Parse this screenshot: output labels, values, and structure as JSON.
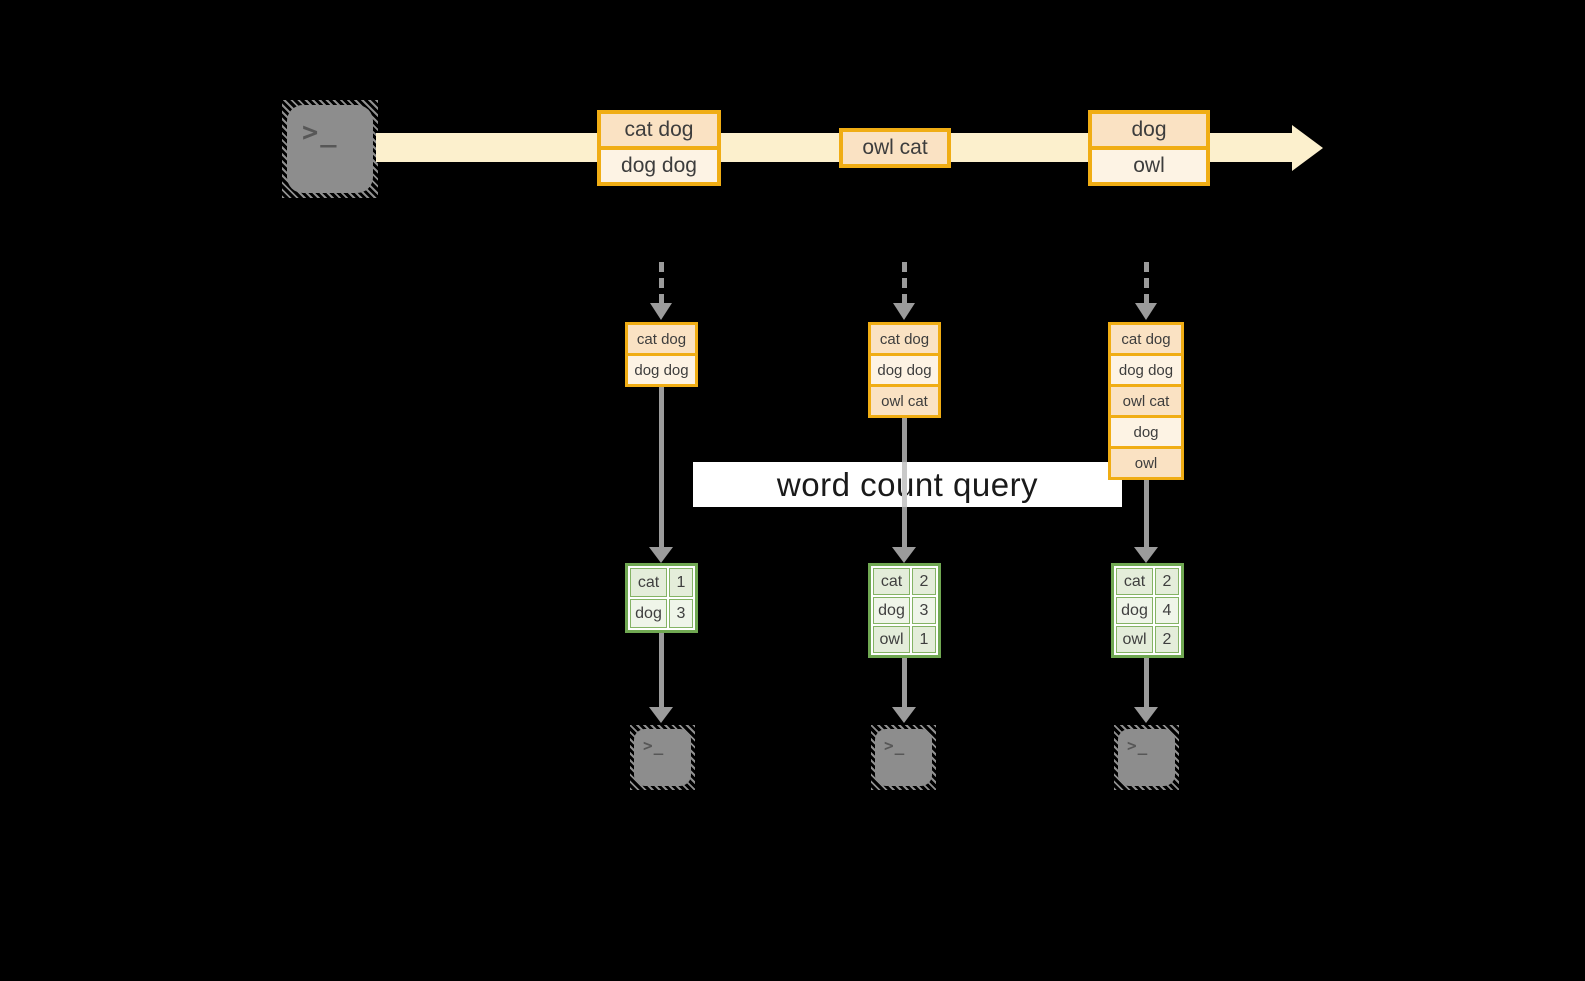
{
  "query_label": "word count query",
  "terminal_glyph": ">_",
  "colors": {
    "background": "#000000",
    "stream_fill": "#fcf0cd",
    "box_border": "#f0ad14",
    "box_fill_dark": "#fae2c3",
    "box_fill_light": "#fdf3e4",
    "table_border": "#70a852",
    "table_fill_dark": "#e4edda",
    "table_fill_light": "#eff5e9",
    "arrow_gray": "#9b9b9b",
    "band_bg": "#ffffff",
    "text": "#3d3d3d",
    "terminal_gray": "#8d8d8d"
  },
  "stream_batches": [
    {
      "items": [
        "cat dog",
        "dog dog"
      ]
    },
    {
      "items": [
        "owl cat"
      ]
    },
    {
      "items": [
        "dog",
        "owl"
      ]
    }
  ],
  "columns": [
    {
      "state_items": [
        "cat dog",
        "dog dog"
      ],
      "counts": [
        {
          "word": "cat",
          "count": "1"
        },
        {
          "word": "dog",
          "count": "3"
        }
      ]
    },
    {
      "state_items": [
        "cat dog",
        "dog dog",
        "owl cat"
      ],
      "counts": [
        {
          "word": "cat",
          "count": "2"
        },
        {
          "word": "dog",
          "count": "3"
        },
        {
          "word": "owl",
          "count": "1"
        }
      ]
    },
    {
      "state_items": [
        "cat dog",
        "dog dog",
        "owl cat",
        "dog",
        "owl"
      ],
      "counts": [
        {
          "word": "cat",
          "count": "2"
        },
        {
          "word": "dog",
          "count": "4"
        },
        {
          "word": "owl",
          "count": "2"
        }
      ]
    }
  ]
}
